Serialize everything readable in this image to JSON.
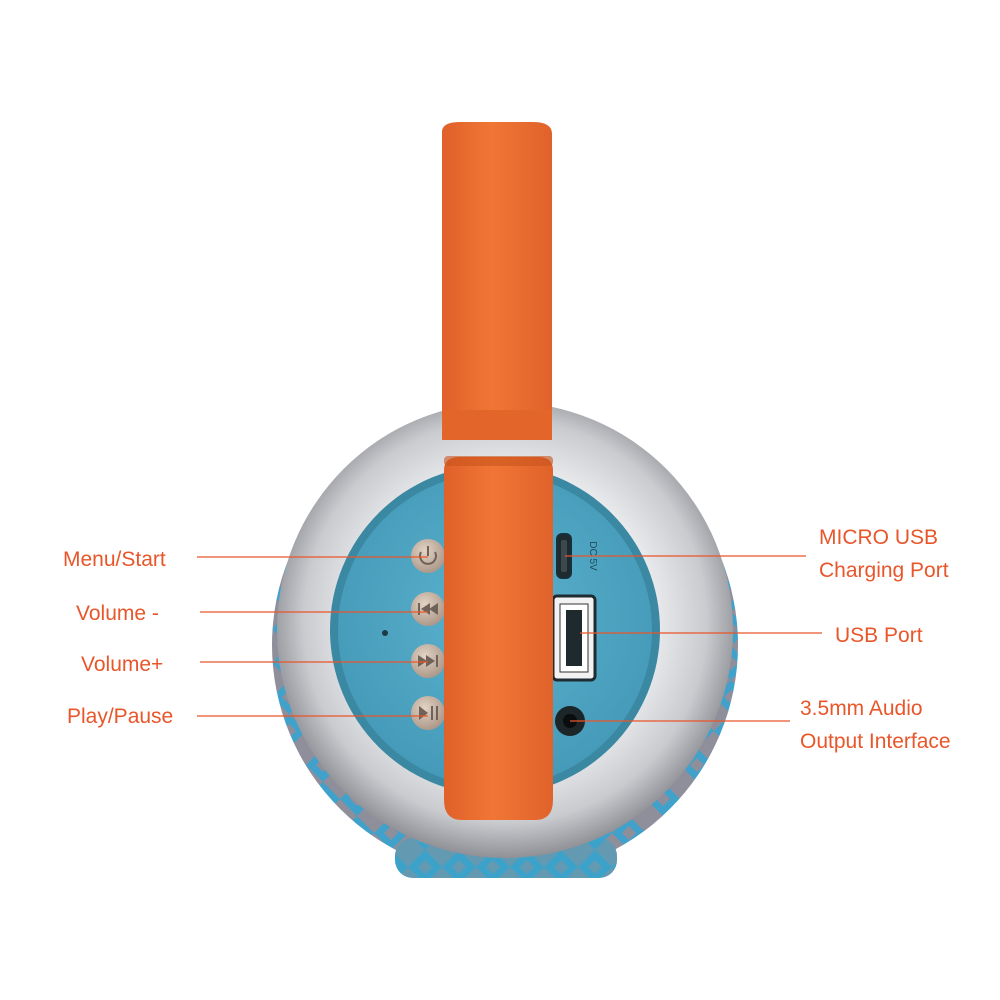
{
  "product": {
    "name_hidden": "",
    "colors": {
      "strap": "#ee6f2c",
      "strap_shadow": "#c9531d",
      "bezel": "#d9dadc",
      "panel": "#4fa7c4",
      "panel_ring": "#3b88a3",
      "button": "#c9b6a6",
      "fabric_gray": "#8f8e9b",
      "fabric_blue": "#33a5d4",
      "callout": "#e8562a"
    }
  },
  "callouts": {
    "menu_start": "Menu/Start",
    "volume_minus": "Volume -",
    "volume_plus": "Volume+",
    "play_pause": "Play/Pause",
    "micro_usb_line1": "MICRO USB",
    "micro_usb_line2": "Charging Port",
    "usb_port": "USB Port",
    "audio_line1": "3.5mm Audio",
    "audio_line2": "Output Interface"
  },
  "icons": {
    "menu_start": "power-icon",
    "volume_minus": "previous-icon",
    "volume_plus": "next-icon",
    "play_pause": "play-pause-icon"
  },
  "panel_markings": {
    "micro_usb": "DC 5V"
  }
}
